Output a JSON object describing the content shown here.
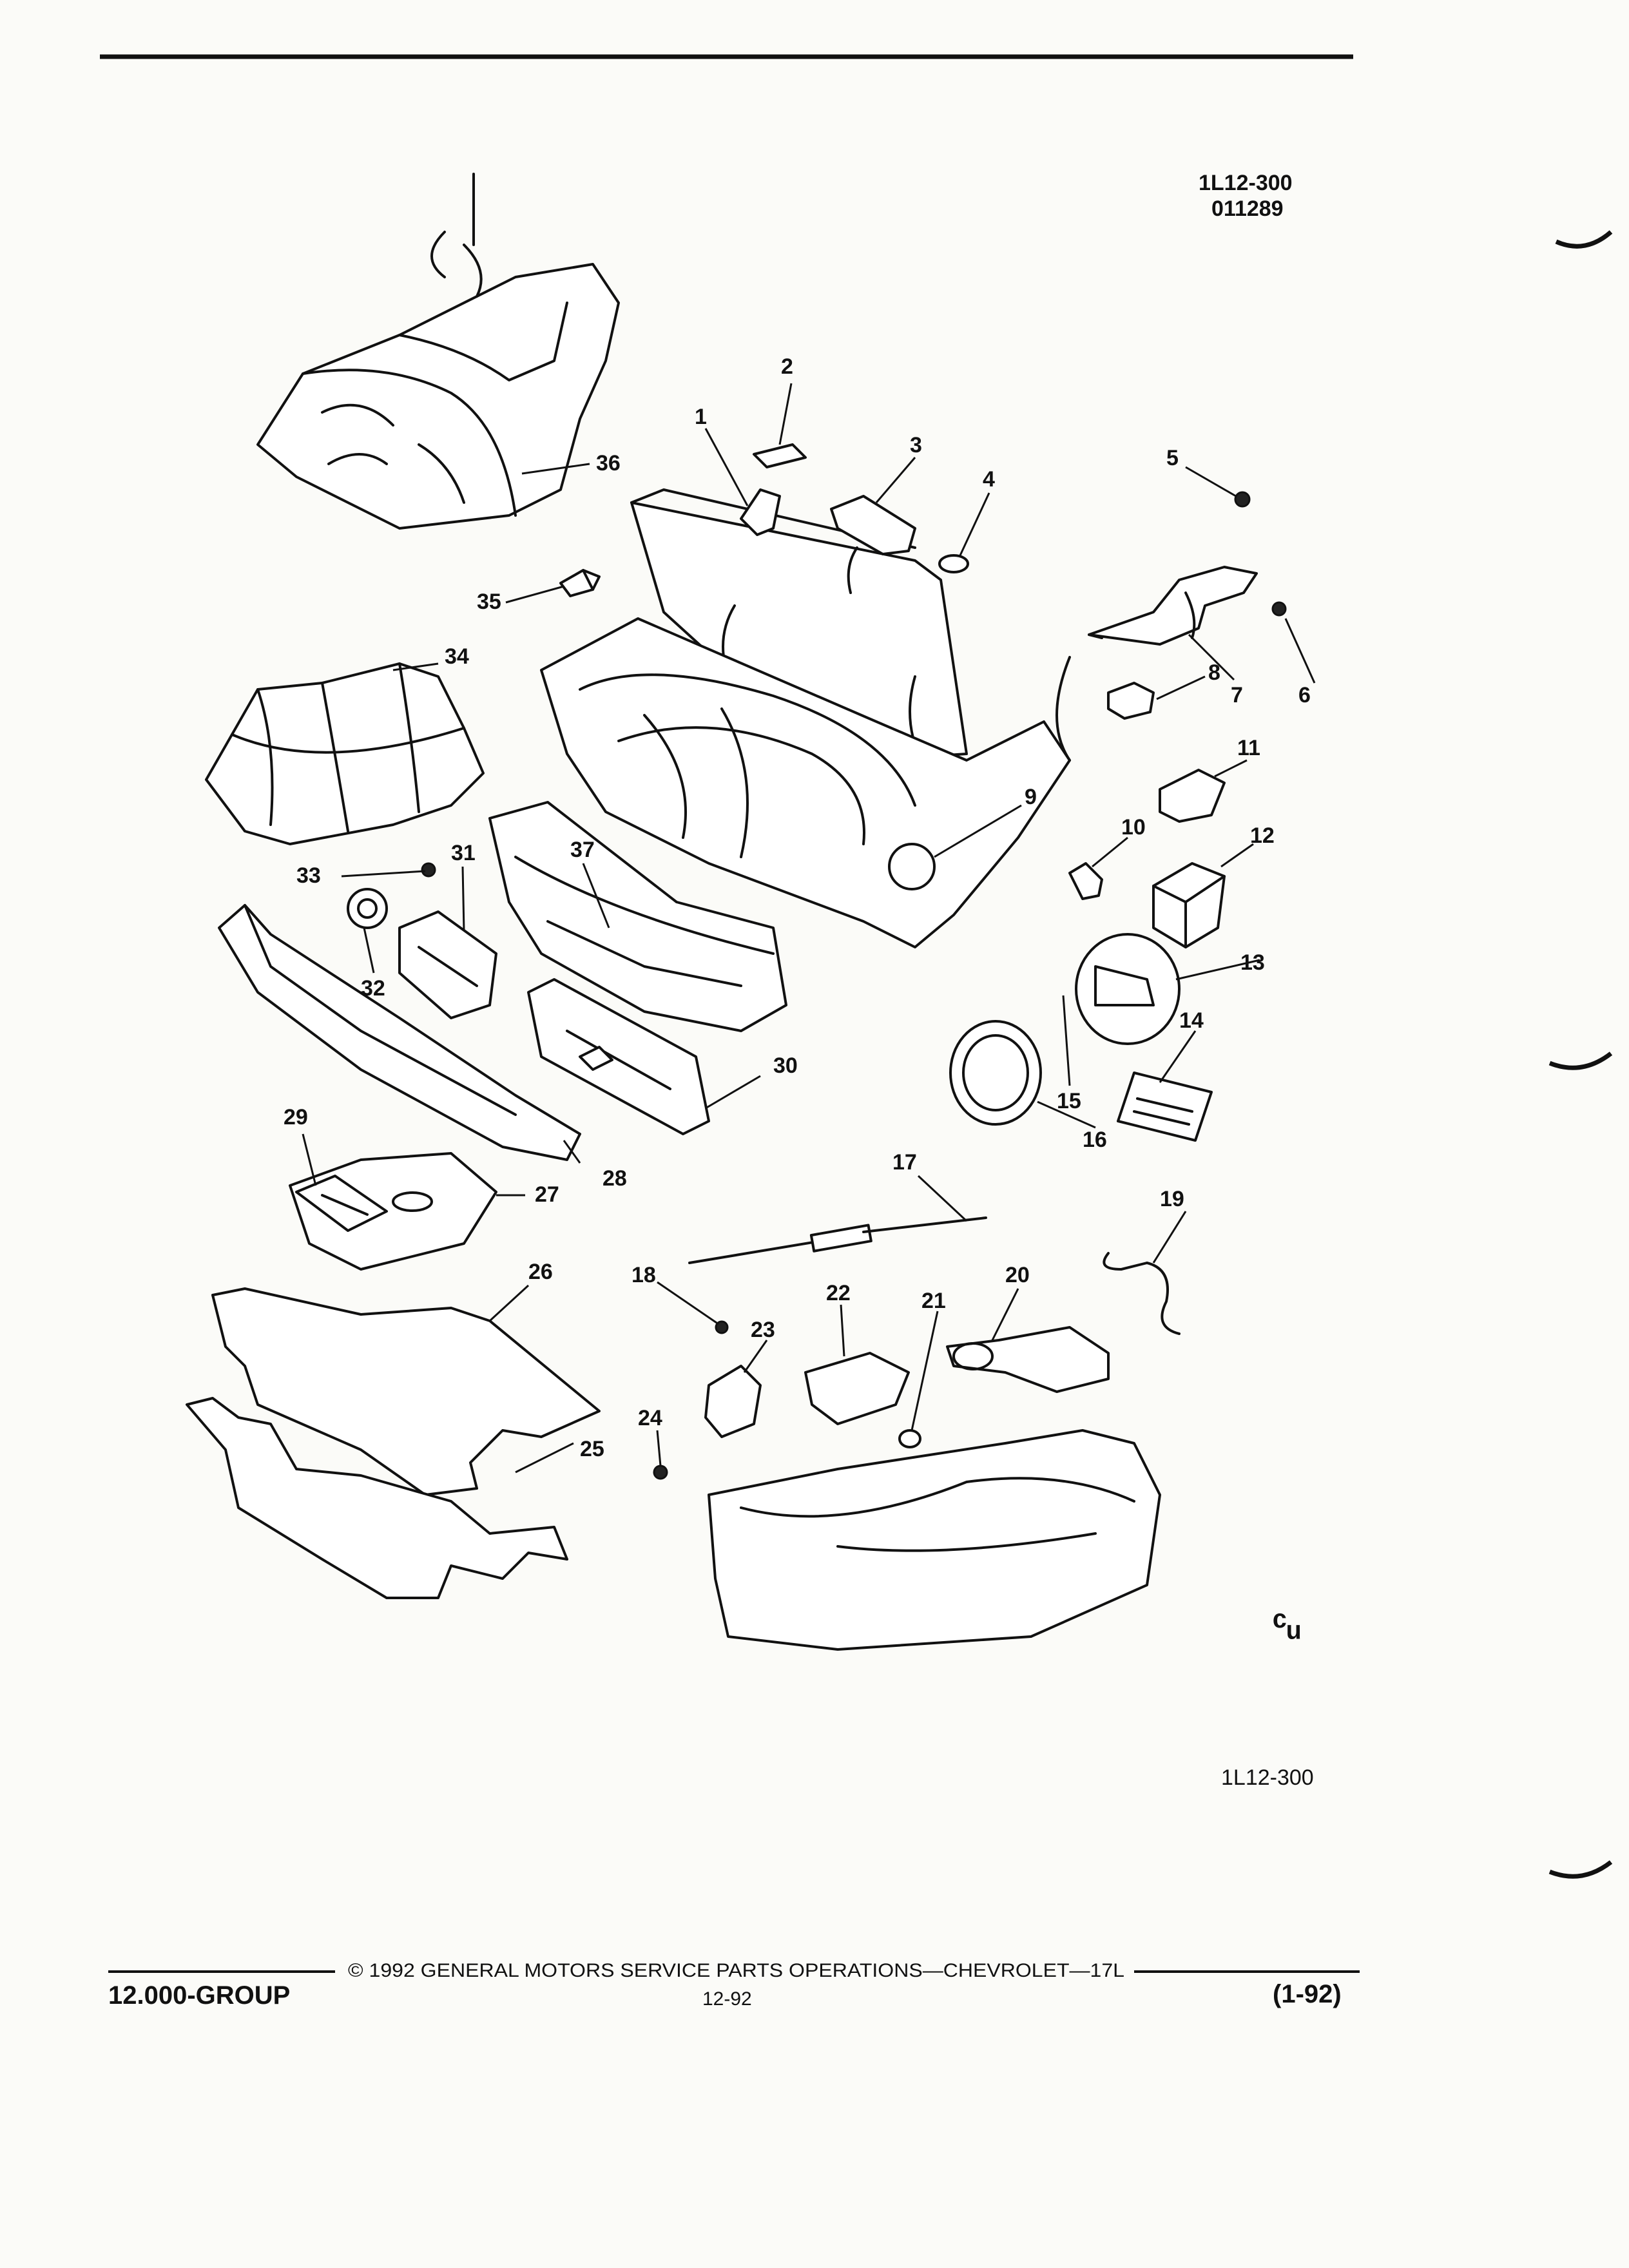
{
  "header": {
    "ref_code": "1L12-300",
    "ref_date": "011289"
  },
  "bottom_ref": "1L12-300",
  "logo_mark": "ᶜᵤ",
  "callouts": [
    "1",
    "2",
    "3",
    "4",
    "5",
    "6",
    "7",
    "8",
    "9",
    "10",
    "11",
    "12",
    "13",
    "14",
    "15",
    "16",
    "17",
    "18",
    "19",
    "20",
    "21",
    "22",
    "23",
    "24",
    "25",
    "26",
    "27",
    "28",
    "29",
    "30",
    "31",
    "32",
    "33",
    "34",
    "35",
    "36",
    "37"
  ],
  "footer": {
    "copyright": "© 1992 GENERAL MOTORS SERVICE PARTS OPERATIONS—CHEVROLET—17L",
    "group": "12.000-GROUP",
    "page": "12-92",
    "date_code": "(1-92)"
  }
}
